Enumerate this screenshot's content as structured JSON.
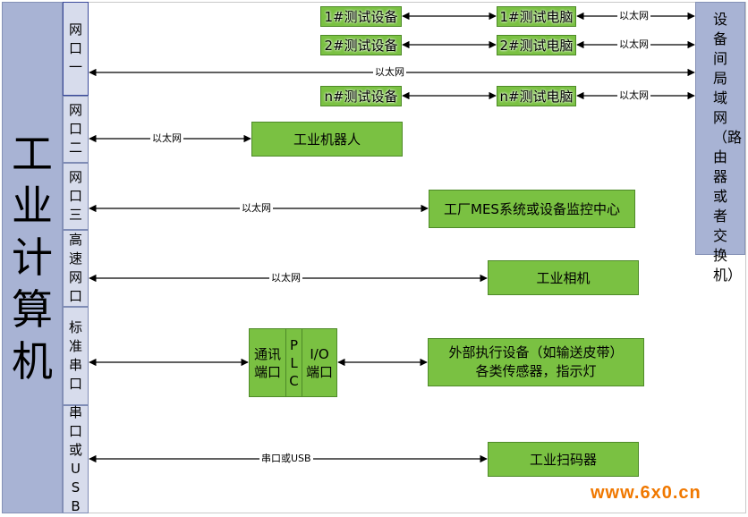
{
  "computer": {
    "label": "工业计算机"
  },
  "ports": [
    {
      "label": "网口一"
    },
    {
      "label": "网口二"
    },
    {
      "label": "网口三"
    },
    {
      "label": "高速网口"
    },
    {
      "label": "标准串口"
    },
    {
      "label": "串口或USB"
    }
  ],
  "lan_switch": {
    "label": "设备间局域网（路由器或者交换机）"
  },
  "test_devices": [
    {
      "device": "1#测试设备",
      "pc": "1#测试电脑"
    },
    {
      "device": "2#测试设备",
      "pc": "2#测试电脑"
    },
    {
      "device": "n#测试设备",
      "pc": "n#测试电脑"
    }
  ],
  "devices": {
    "robot": "工业机器人",
    "mes": "工厂MES系统或设备监控中心",
    "camera": "工业相机",
    "comm_port": "通讯端口",
    "plc": "PLC",
    "io_port": "I/O端口",
    "actuators_line1": "外部执行设备（如输送皮带）",
    "actuators_line2": "各类传感器，指示灯",
    "scanner": "工业扫码器"
  },
  "links": {
    "ethernet": "以太网",
    "serial_usb": "串口或USB"
  },
  "watermark": "www.6x0.cn"
}
